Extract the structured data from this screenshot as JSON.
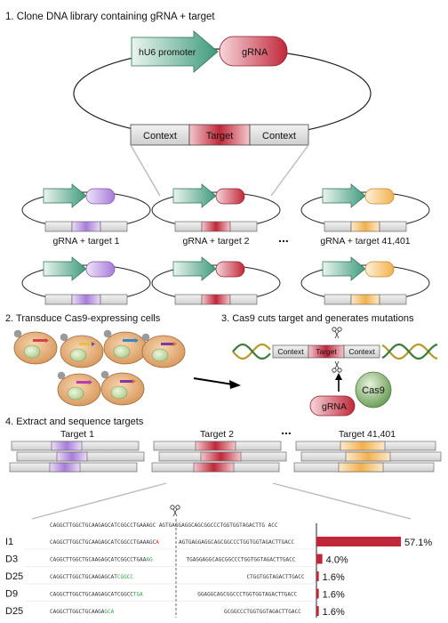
{
  "steps": {
    "s1": "1. Clone DNA library containing gRNA + target",
    "s2": "2. Transduce Cas9-expressing cells",
    "s3": "3. Cas9 cuts target and generates mutations",
    "s4": "4. Extract and sequence targets"
  },
  "construct": {
    "promoter": "hU6 promoter",
    "grna": "gRNA",
    "context_left": "Context",
    "target": "Target",
    "context_right": "Context"
  },
  "library": {
    "labels": [
      "gRNA + target 1",
      "gRNA + target 2",
      "gRNA + target 41,401"
    ],
    "ellipsis": "..."
  },
  "cas9": {
    "label": "Cas9",
    "grna": "gRNA"
  },
  "targets": {
    "labels": [
      "Target 1",
      "Target 2",
      "Target 41,401"
    ],
    "ellipsis": "..."
  },
  "colors": {
    "promoter": "#3f9a7c",
    "red": "#c0283a",
    "purple": "#a77cd8",
    "orange": "#f2b24d",
    "bar_gray": "#d9d9d9",
    "cell": "#e9b27d",
    "nucleus": "#cde3b0",
    "cas9": "#7fb06a",
    "green_text": "#2fa14a"
  },
  "alignment": {
    "reference": "CAGGCTTGGCTGCAAGAGCATCGGCCTGAAAGC AGTGAGGAGGCAGCGGCCCTGGTGGTAGACTTG ACC",
    "rows": [
      {
        "name": "I1",
        "left": "CAGGCTTGGCTGCAAGAGCATCGGCCTGAAAGC",
        "insert": "A",
        "deleted": "",
        "right": "AGTGAGGAGGCAGCGGCCCTGGTGGTAGACTTGACC",
        "pct": "57.1%",
        "value": 57.1
      },
      {
        "name": "D3",
        "left": "CAGGCTTGGCTGCAAGAGCATCGGCCTGAA",
        "insert": "",
        "deleted": "AG",
        "right": "TGAGGAGGCAGCGGCCCTGGTGGTAGACTTGACC",
        "pct": "4.0%",
        "value": 4.0
      },
      {
        "name": "D25",
        "left": "CAGGCTTGGCTGCAAGAGCAT",
        "insert": "",
        "deleted": "CGGCC",
        "right": "CTGGTGGTAGACTTGACC",
        "pct": "1.6%",
        "value": 1.6
      },
      {
        "name": "D9",
        "left": "CAGGCTTGGCTGCAAGAGCATCGGCC",
        "insert": "",
        "deleted": "TGA",
        "right": "GGAGGCAGCGGCCCTGGTGGTAGACTTGACC",
        "pct": "1.6%",
        "value": 1.6
      },
      {
        "name": "D25",
        "left": "CAGGCTTGGCTGCAAGA",
        "insert": "",
        "deleted": "GCA",
        "right": "GCGGCCCTGGTGGTAGACTTGACC",
        "pct": "1.6%",
        "value": 1.6
      }
    ]
  }
}
